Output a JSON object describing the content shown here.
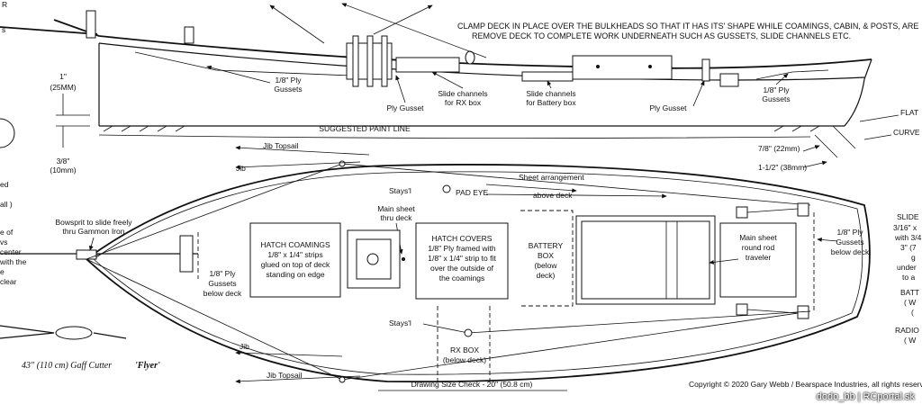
{
  "notes": {
    "clamp_line1": "CLAMP DECK IN PLACE OVER THE BULKHEADS SO THAT IT HAS ITS' SHAPE WHILE COAMINGS, CABIN, & POSTS, ARE",
    "clamp_line2": "REMOVE DECK TO COMPLETE WORK UNDERNEATH SUCH AS GUSSETS, SLIDE CHANNELS ETC.",
    "suggested_paint_line": "SUGGESTED PAINT LINE",
    "drawing_size_check": "Drawing Size Check - 20\" (50.8 cm)",
    "copyright": "Copyright © 2020 Gary Webb / Bearspace Industries, all rights reserved.",
    "watermark": "dodo_bb | RCportal.sk",
    "boat_name": "43\" (110 cm) Gaff Cutter",
    "boat_title": "'Flyer'"
  },
  "profile_labels": {
    "ply_gussets_left_1": "1/8\" Ply",
    "ply_gussets_left_2": "Gussets",
    "ply_gusset_a": "Ply Gusset",
    "slide_rx_1": "Slide channels",
    "slide_rx_2": "for RX box",
    "slide_batt_1": "Slide channels",
    "slide_batt_2": "for Battery box",
    "ply_gusset_b": "Ply Gusset",
    "ply_gussets_right_1": "1/8\" Ply",
    "ply_gussets_right_2": "Gussets",
    "dim_1in": "1\"",
    "dim_25mm": "(25MM)",
    "dim_38in": "3/8\"",
    "dim_10mm": "(10mm)",
    "dim_78": "7/8\" (22mm)",
    "dim_112": "1-1/2\" (38mm)",
    "flat": "FLAT",
    "curve": "CURVE"
  },
  "plan_labels": {
    "jib_topsail_top": "Jib Topsail",
    "jib_top": "Jib",
    "sheet_arrangement": "Sheet arrangement",
    "stays_top": "Stays'l",
    "pad_eye": "PAD EYE",
    "above_deck": "above deck",
    "main_sheet_thru_1": "Main sheet",
    "main_sheet_thru_2": "thru deck",
    "bowsprit_1": "Bowsprit to slide freely",
    "bowsprit_2": "thru Gammon Iron",
    "hatch_coamings_1": "HATCH COAMINGS",
    "hatch_coamings_2": "1/8\" x 1/4\" strips",
    "hatch_coamings_3": "glued on top of deck",
    "hatch_coamings_4": "standing on edge",
    "hatch_covers_1": "HATCH COVERS",
    "hatch_covers_2": "1/8\" Ply framed with",
    "hatch_covers_3": "1/8\" x 1/4\" strip to fit",
    "hatch_covers_4": "over the outside of",
    "hatch_covers_5": "the coamings",
    "battery_1": "BATTERY",
    "battery_2": "BOX",
    "battery_3": "(below",
    "battery_4": "deck)",
    "main_sheet_rod_1": "Main sheet",
    "main_sheet_rod_2": "round rod",
    "main_sheet_rod_3": "traveler",
    "gussets_bd_left_1": "1/8\" Ply",
    "gussets_bd_left_2": "Gussets",
    "gussets_bd_left_3": "below deck",
    "gussets_bd_right_1": "1/8\" Ply",
    "gussets_bd_right_2": "Gussets",
    "gussets_bd_right_3": "below deck",
    "stays_bottom": "Stays'l",
    "rx_box_1": "RX BOX",
    "rx_box_2": "(below deck)",
    "jib_bottom": "Jib",
    "jib_topsail_bottom": "Jib Topsail"
  },
  "edge_fragments": {
    "left_r": "R",
    "left_s": "s",
    "left_ed": "ed",
    "left_all": "all )",
    "left_e": "e of",
    "left_vs": "vs",
    "left_center": "center",
    "left_with": "with the",
    "left_e2": "e",
    "left_clear": "clear",
    "right_slide": "SLIDE",
    "right_316": "3/16\" x",
    "right_with34": "with 3/4",
    "right_3_7": "3\" (7",
    "right_g": "g",
    "right_under": "under",
    "right_toa": "to a",
    "right_batt": "BATT",
    "right_w1": "( W",
    "right_l": "(",
    "right_radio": "RADIO",
    "right_w2": "( W"
  }
}
